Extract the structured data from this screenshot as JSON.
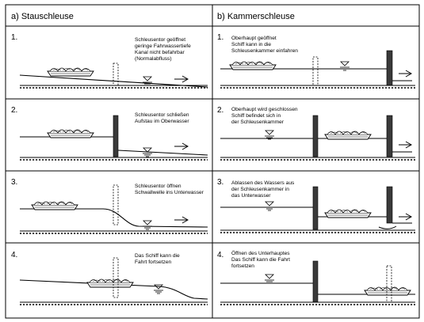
{
  "headers": {
    "left": "a) Stauschleuse",
    "right": "b) Kammerschleuse"
  },
  "left": [
    {
      "num": "1.",
      "lines": [
        "Schleusentor geöffnet",
        "geringe Fahrwassertiefe",
        "Kanal nicht befahrbar",
        "(Normalabfluss)"
      ]
    },
    {
      "num": "2.",
      "lines": [
        "Schleusentor schließen",
        "Aufstau im Oberwasser"
      ]
    },
    {
      "num": "3.",
      "lines": [
        "Schleusentor öffnen",
        "Schwallwelle ins Unterwasser"
      ]
    },
    {
      "num": "4.",
      "lines": [
        "Das Schiff kann die",
        "Fahrt fortsetzen"
      ]
    }
  ],
  "right": [
    {
      "num": "1.",
      "lines": [
        "Oberhaupt geöffnet",
        "Schiff kann in die",
        "Schleusenkammer einfahren"
      ]
    },
    {
      "num": "2.",
      "lines": [
        "Oberhaupt wird geschlossen",
        "Schiff befindet sich in",
        "der Schleusenkammer"
      ]
    },
    {
      "num": "3.",
      "lines": [
        "Ablassen des Wassers aus",
        "der Schleusenkammer in",
        "das Unterwasser"
      ]
    },
    {
      "num": "4.",
      "lines": [
        "Öffnen des Unterhauptes",
        "Das Schiff kann die Fahrt",
        "fortsetzen"
      ]
    }
  ]
}
